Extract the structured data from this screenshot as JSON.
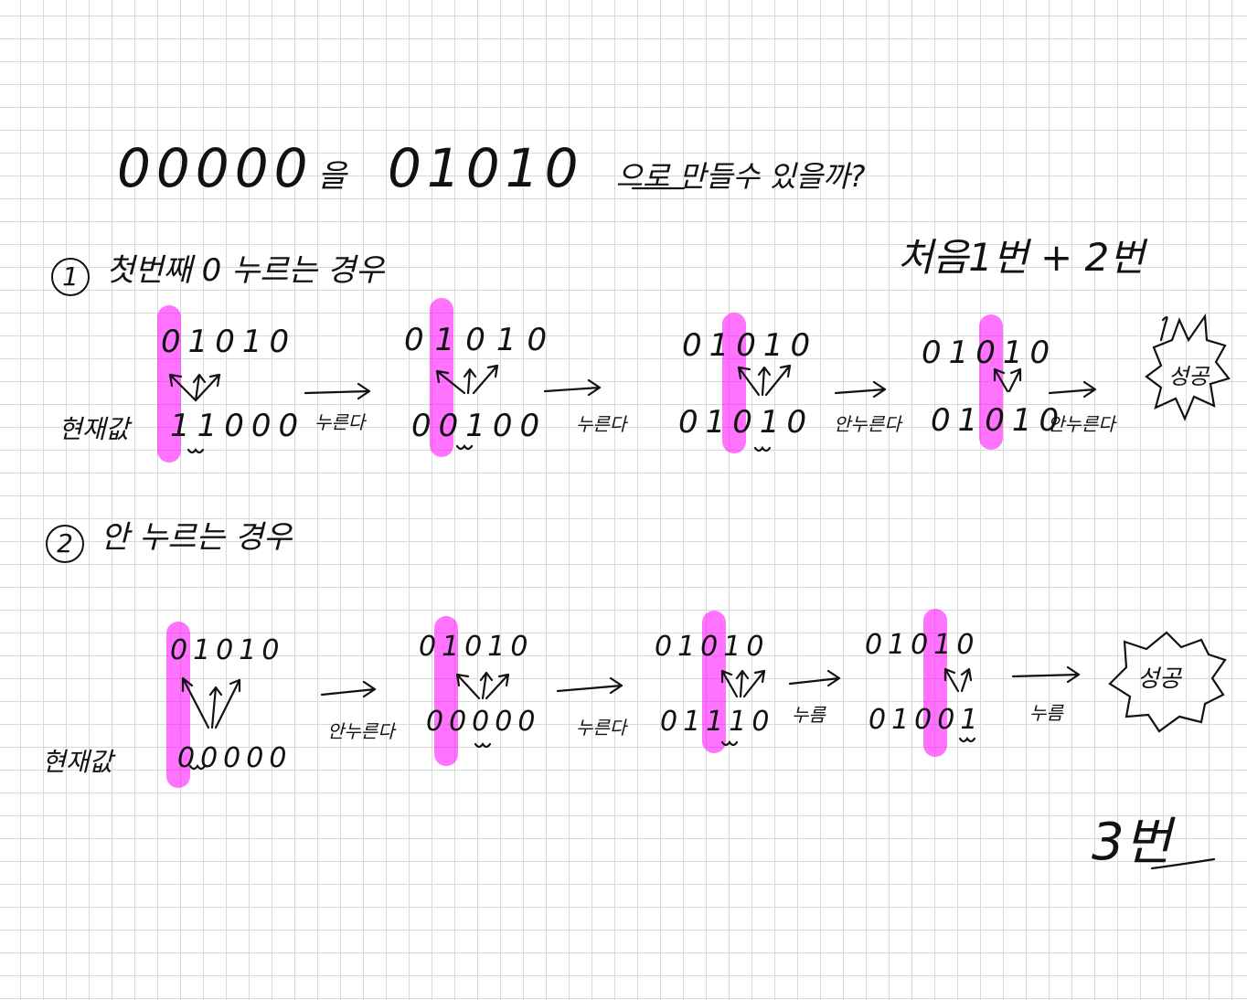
{
  "title": {
    "from": "00000",
    "particle": "을",
    "to": "01010",
    "rest": "으로 만들수 있을까?"
  },
  "case1": {
    "number": "1",
    "heading": "첫번째 0 누르는 경우",
    "note": "처음1번 + 2번",
    "current_label": "현재값",
    "steps": [
      {
        "target": "01010",
        "current": "11000",
        "action": "누른다"
      },
      {
        "target": "01010",
        "current": "00100",
        "action": "누른다"
      },
      {
        "target": "01010",
        "current": "01010",
        "action": "안누른다"
      },
      {
        "target": "01010",
        "current": "01010",
        "action": "안누른다"
      }
    ],
    "result": "성공"
  },
  "case2": {
    "number": "2",
    "heading": "안 누르는 경우",
    "current_label": "현재값",
    "steps": [
      {
        "target": "01010",
        "current": "00000",
        "action": "안누른다"
      },
      {
        "target": "01010",
        "current": "00000",
        "action": "누른다"
      },
      {
        "target": "01010",
        "current": "01110",
        "action": "누름"
      },
      {
        "target": "01010",
        "current": "01001",
        "action": "누름"
      }
    ],
    "result": "성공",
    "total": "3번"
  }
}
